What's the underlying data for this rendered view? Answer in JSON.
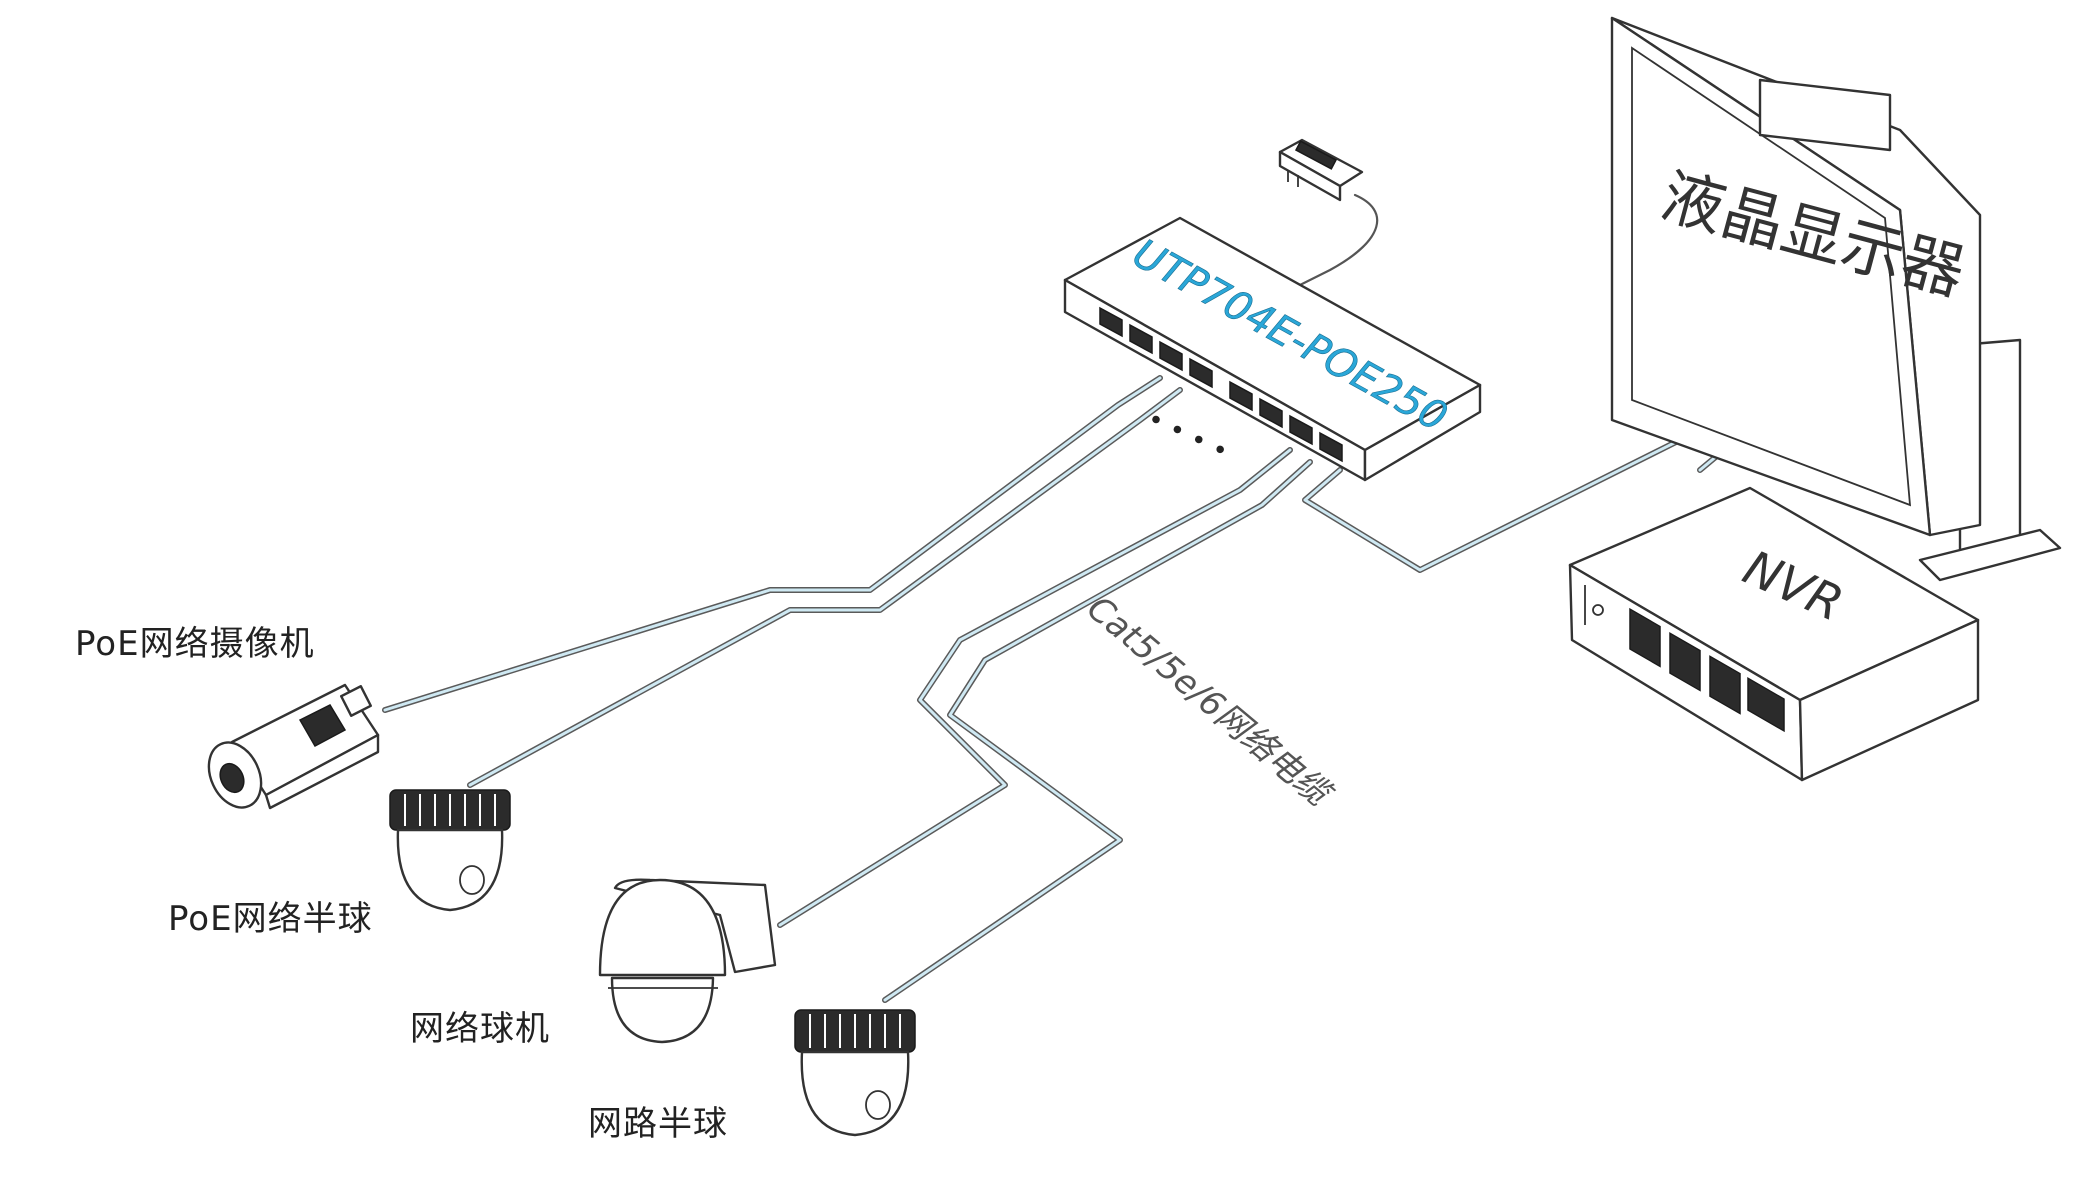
{
  "switch": {
    "model_label": "UTP704E-POE250",
    "ellipsis": "• • • •",
    "label_color": "#2aa7d8"
  },
  "monitor": {
    "label": "液晶显示器"
  },
  "nvr": {
    "label": "NVR"
  },
  "cable": {
    "label": "Cat5/5e/6网络电缆",
    "accent_color": "#cfe9f3"
  },
  "devices": {
    "bullet_camera": "PoE网络摄像机",
    "poe_dome": "PoE网络半球",
    "speed_dome": "网络球机",
    "network_dome": "网路半球"
  }
}
